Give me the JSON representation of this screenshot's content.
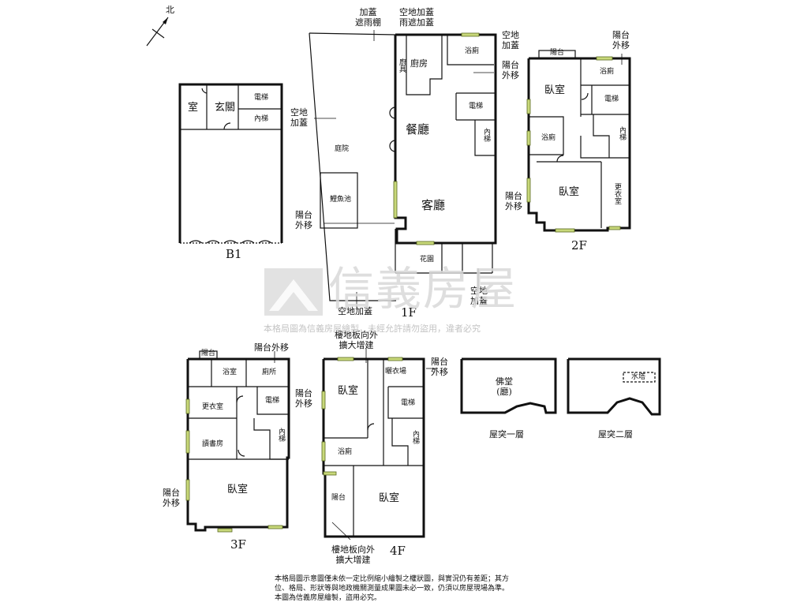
{
  "compass": {
    "north": "北"
  },
  "floors": {
    "b1": "B1",
    "f1": "1F",
    "f2": "2F",
    "f3": "3F",
    "f4": "4F",
    "roof1": "屋突一層",
    "roof2": "屋突二層"
  },
  "b1": {
    "room": "室",
    "entry": "玄關",
    "stairs": "電梯",
    "inner_stairs": "內梯"
  },
  "f1": {
    "rain_shelter": "加蓋\n遮雨棚",
    "empty_rain": "空地加蓋\n雨遮加蓋",
    "empty_top_right": "空地\n加蓋",
    "balcony_out_top": "陽台\n外移",
    "empty_left": "空地\n加蓋",
    "courtyard": "庭院",
    "fish_pond": "鯉魚池",
    "balcony_out_left": "陽台\n外移",
    "empty_bottom": "空地加蓋",
    "empty_bottom_right": "空地\n加蓋",
    "kitchen": "廚房",
    "bath": "浴廁",
    "cabinet": "廚具",
    "stairs": "電梯",
    "dining": "餐廳",
    "inner_stairs": "內梯",
    "living": "客廳",
    "garden": "花園"
  },
  "f2": {
    "balcony_out_tr": "陽台\n外移",
    "balcony_out_left": "陽台\n外移",
    "bedroom1": "臥室",
    "bath1": "浴廁",
    "stairs": "電梯",
    "bath2": "浴廁",
    "inner_stairs": "內梯",
    "bedroom2": "臥室",
    "closet": "更衣室",
    "balcony_tag": "陽台"
  },
  "f3": {
    "balcony_out_top": "陽台外移",
    "balcony_tag": "陽台",
    "bath": "浴室",
    "toilet": "廁所",
    "closet": "更衣室",
    "stairs": "電梯",
    "study": "讀書房",
    "inner_stairs": "內梯",
    "bedroom": "臥室",
    "balcony_out_left": "陽台\n外移"
  },
  "f4": {
    "expand_top": "樓地板向外\n擴大增建",
    "balcony_out_right": "陽台\n外移",
    "balcony_out_left": "陽台\n外移",
    "bedroom1": "臥室",
    "laundry": "曬衣場",
    "stairs": "電梯",
    "inner_stairs": "內梯",
    "bath": "浴廁",
    "balcony": "陽台",
    "bedroom2": "臥室",
    "expand_bottom": "樓地板向外\n擴大增建"
  },
  "roof1": {
    "shrine": "佛堂\n(廳)"
  },
  "roof2": {
    "tank": "水塔"
  },
  "watermark": {
    "brand": "信義房屋",
    "notice": "本格局圖為信義房屋繪製，未經允許請勿盜用，違者必究"
  },
  "disclaimer": "本格局圖示意圖僅未依一定比例縮小繪製之權狀圖，與實況仍有差距；其方\n位、格局、形狀等與地政機關測量成果圖未必一致，仍須以房屋現場為準。\n本圖為信義房屋繪製，盜用必究。"
}
